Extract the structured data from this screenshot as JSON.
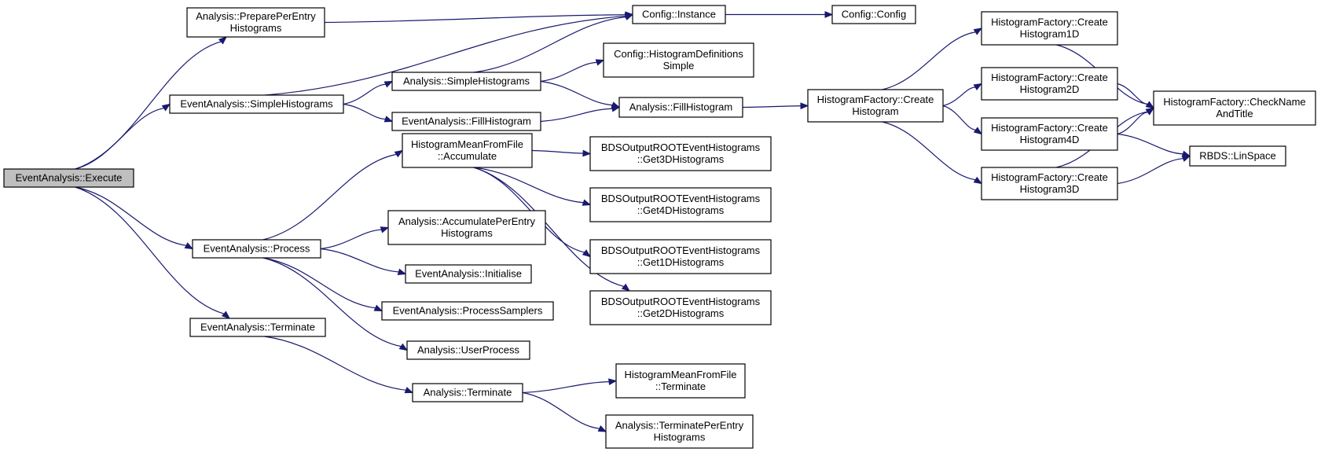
{
  "nodes": [
    {
      "id": "execute",
      "lines": [
        "EventAnalysis::Execute"
      ],
      "root": true
    },
    {
      "id": "prepare_per_entry",
      "lines": [
        "Analysis::PreparePerEntry",
        "Histograms"
      ]
    },
    {
      "id": "ea_simple_hist",
      "lines": [
        "EventAnalysis::SimpleHistograms"
      ]
    },
    {
      "id": "ea_process",
      "lines": [
        "EventAnalysis::Process"
      ]
    },
    {
      "id": "ea_terminate",
      "lines": [
        "EventAnalysis::Terminate"
      ]
    },
    {
      "id": "config_instance",
      "lines": [
        "Config::Instance"
      ]
    },
    {
      "id": "config_config",
      "lines": [
        "Config::Config"
      ]
    },
    {
      "id": "config_hist_defs",
      "lines": [
        "Config::HistogramDefinitions",
        "Simple"
      ]
    },
    {
      "id": "a_simple_hist",
      "lines": [
        "Analysis::SimpleHistograms"
      ]
    },
    {
      "id": "ea_fill_hist",
      "lines": [
        "EventAnalysis::FillHistogram"
      ]
    },
    {
      "id": "a_fill_hist",
      "lines": [
        "Analysis::FillHistogram"
      ]
    },
    {
      "id": "hf_create",
      "lines": [
        "HistogramFactory::Create",
        "Histogram"
      ]
    },
    {
      "id": "hf_create1d",
      "lines": [
        "HistogramFactory::Create",
        "Histogram1D"
      ]
    },
    {
      "id": "hf_create2d",
      "lines": [
        "HistogramFactory::Create",
        "Histogram2D"
      ]
    },
    {
      "id": "hf_create4d",
      "lines": [
        "HistogramFactory::Create",
        "Histogram4D"
      ]
    },
    {
      "id": "hf_create3d",
      "lines": [
        "HistogramFactory::Create",
        "Histogram3D"
      ]
    },
    {
      "id": "hf_check",
      "lines": [
        "HistogramFactory::CheckName",
        "AndTitle"
      ]
    },
    {
      "id": "rbds_linspace",
      "lines": [
        "RBDS::LinSpace"
      ]
    },
    {
      "id": "hmff_accumulate",
      "lines": [
        "HistogramMeanFromFile",
        "::Accumulate"
      ]
    },
    {
      "id": "bds_get3d",
      "lines": [
        "BDSOutputROOTEventHistograms",
        "::Get3DHistograms"
      ]
    },
    {
      "id": "bds_get4d",
      "lines": [
        "BDSOutputROOTEventHistograms",
        "::Get4DHistograms"
      ]
    },
    {
      "id": "bds_get1d",
      "lines": [
        "BDSOutputROOTEventHistograms",
        "::Get1DHistograms"
      ]
    },
    {
      "id": "bds_get2d",
      "lines": [
        "BDSOutputROOTEventHistograms",
        "::Get2DHistograms"
      ]
    },
    {
      "id": "a_accum_per_entry",
      "lines": [
        "Analysis::AccumulatePerEntry",
        "Histograms"
      ]
    },
    {
      "id": "ea_initialise",
      "lines": [
        "EventAnalysis::Initialise"
      ]
    },
    {
      "id": "ea_process_samplers",
      "lines": [
        "EventAnalysis::ProcessSamplers"
      ]
    },
    {
      "id": "a_user_process",
      "lines": [
        "Analysis::UserProcess"
      ]
    },
    {
      "id": "a_terminate",
      "lines": [
        "Analysis::Terminate"
      ]
    },
    {
      "id": "hmff_terminate",
      "lines": [
        "HistogramMeanFromFile",
        "::Terminate"
      ]
    },
    {
      "id": "a_terminate_per_entry",
      "lines": [
        "Analysis::TerminatePerEntry",
        "Histograms"
      ]
    }
  ],
  "edges": [
    [
      "execute",
      "prepare_per_entry"
    ],
    [
      "execute",
      "ea_simple_hist"
    ],
    [
      "execute",
      "ea_process"
    ],
    [
      "execute",
      "ea_terminate"
    ],
    [
      "prepare_per_entry",
      "config_instance"
    ],
    [
      "config_instance",
      "config_config"
    ],
    [
      "ea_simple_hist",
      "config_instance"
    ],
    [
      "ea_simple_hist",
      "a_simple_hist"
    ],
    [
      "ea_simple_hist",
      "ea_fill_hist"
    ],
    [
      "a_simple_hist",
      "config_instance"
    ],
    [
      "a_simple_hist",
      "config_hist_defs"
    ],
    [
      "a_simple_hist",
      "a_fill_hist"
    ],
    [
      "ea_fill_hist",
      "a_fill_hist"
    ],
    [
      "a_fill_hist",
      "hf_create"
    ],
    [
      "hf_create",
      "hf_create1d"
    ],
    [
      "hf_create",
      "hf_create2d"
    ],
    [
      "hf_create",
      "hf_create4d"
    ],
    [
      "hf_create",
      "hf_create3d"
    ],
    [
      "hf_create1d",
      "hf_check"
    ],
    [
      "hf_create2d",
      "hf_check"
    ],
    [
      "hf_create4d",
      "hf_check"
    ],
    [
      "hf_create4d",
      "rbds_linspace"
    ],
    [
      "hf_create3d",
      "hf_check"
    ],
    [
      "hf_create3d",
      "rbds_linspace"
    ],
    [
      "ea_process",
      "hmff_accumulate"
    ],
    [
      "ea_process",
      "a_accum_per_entry"
    ],
    [
      "ea_process",
      "ea_initialise"
    ],
    [
      "ea_process",
      "ea_process_samplers"
    ],
    [
      "ea_process",
      "a_user_process"
    ],
    [
      "hmff_accumulate",
      "bds_get3d"
    ],
    [
      "hmff_accumulate",
      "bds_get4d"
    ],
    [
      "hmff_accumulate",
      "bds_get1d"
    ],
    [
      "hmff_accumulate",
      "bds_get2d"
    ],
    [
      "ea_terminate",
      "a_terminate"
    ],
    [
      "a_terminate",
      "hmff_terminate"
    ],
    [
      "a_terminate",
      "a_terminate_per_entry"
    ]
  ]
}
